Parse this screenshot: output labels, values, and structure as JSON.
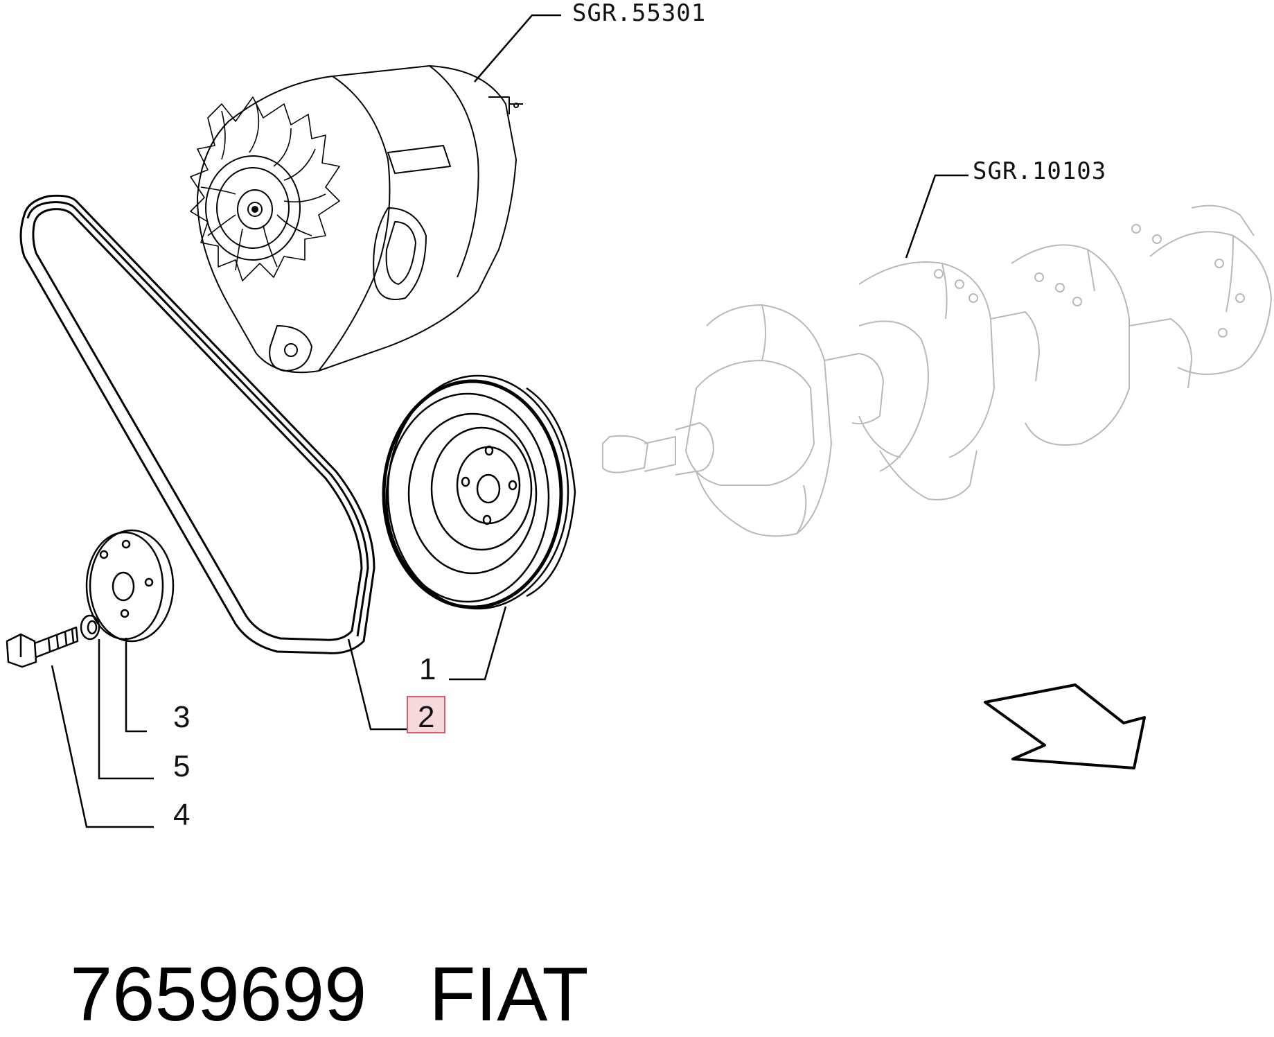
{
  "references": {
    "alternator": "SGR.55301",
    "crankshaft": "SGR.10103"
  },
  "callouts": [
    {
      "id": "pulley",
      "number": "1"
    },
    {
      "id": "v-belt",
      "number": "2",
      "highlighted": true
    },
    {
      "id": "hub-plate",
      "number": "3"
    },
    {
      "id": "washer",
      "number": "5"
    },
    {
      "id": "bolt",
      "number": "4"
    }
  ],
  "caption": {
    "part_number": "7659699",
    "brand": "FIAT"
  },
  "colors": {
    "line": "#000000",
    "faint_line": "#b8b8b8",
    "highlight_fill": "#f6d9dc",
    "highlight_border": "#e05a6a"
  },
  "icons": {
    "direction": "direction-arrow-icon"
  }
}
